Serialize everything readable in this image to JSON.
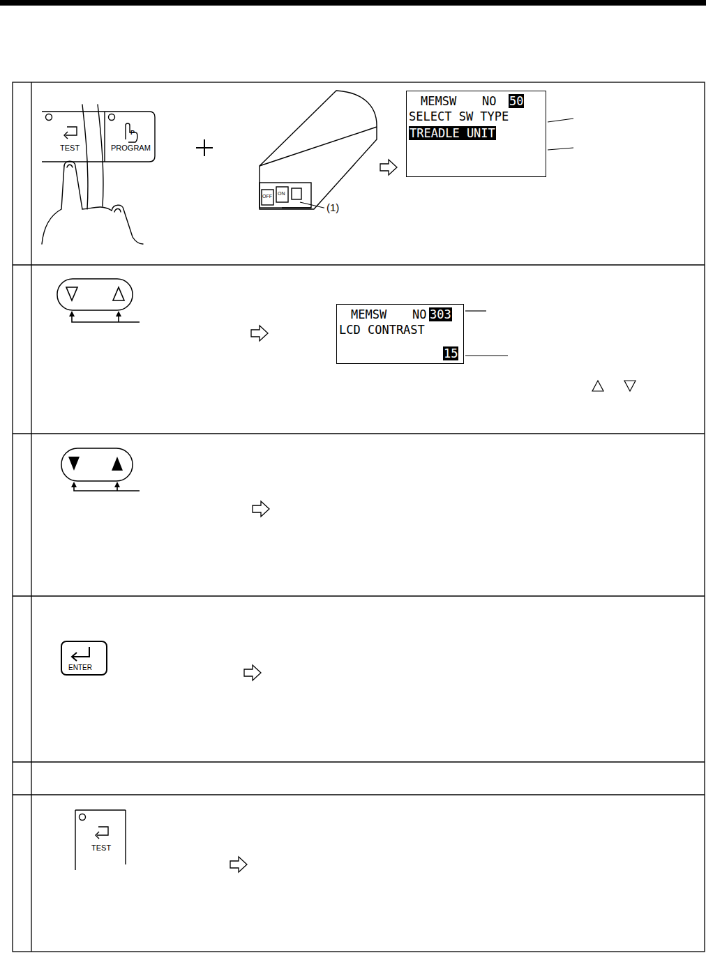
{
  "diagram": {
    "nodes": [
      {
        "text": [
          "MEMSW",
          "NO",
          "50",
          "SELECT SW TYPE",
          "TREADLE UNIT"
        ]
      },
      {
        "text": [
          "MEMSW",
          "NO",
          "303",
          "LCD CONTRAST",
          "15"
        ]
      }
    ],
    "labels": [
      "TEST",
      "PROGRAM",
      "P",
      "OFF",
      "ON",
      "(1)",
      "ENTER",
      "TEST"
    ]
  }
}
